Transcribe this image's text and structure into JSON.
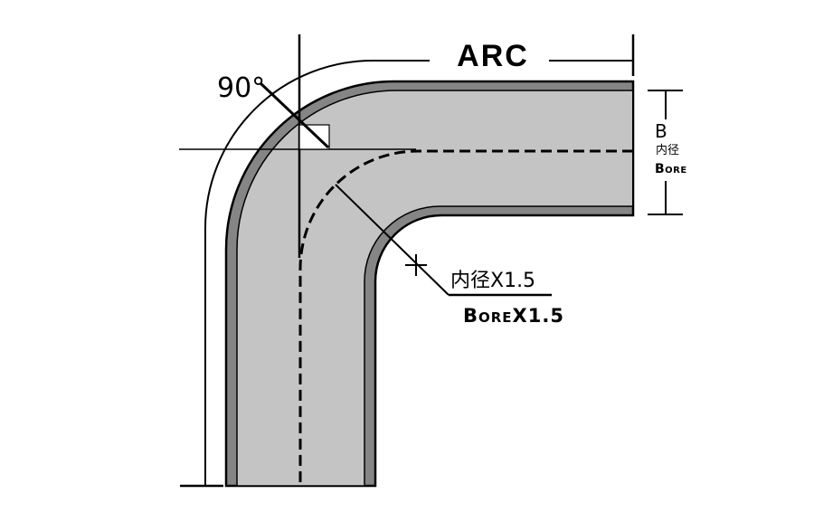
{
  "labels": {
    "arc": "ARC",
    "angle": "90°",
    "bore_letter": "B",
    "bore_cn": "内径",
    "bore_en": "Bore",
    "radius_cn": "内径X1.5",
    "radius_en": "BoreX1.5"
  },
  "colors": {
    "tube_fill": "#c4c4c4",
    "tube_wall": "#858585",
    "outline": "#000000",
    "background": "#ffffff"
  }
}
